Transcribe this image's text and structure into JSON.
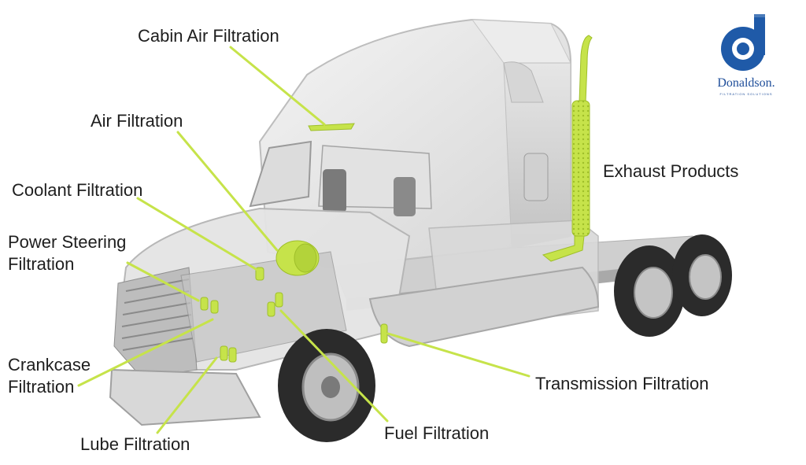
{
  "brand": {
    "name": "Donaldson.",
    "tagline": "FILTRATION SOLUTIONS",
    "color": "#1f5aa8"
  },
  "accent_color": "#c6e34a",
  "labels": {
    "cabin_air": "Cabin Air Filtration",
    "air": "Air Filtration",
    "coolant": "Coolant Filtration",
    "power_steering_1": "Power Steering",
    "power_steering_2": "Filtration",
    "crankcase_1": "Crankcase",
    "crankcase_2": "Filtration",
    "lube": "Lube Filtration",
    "fuel": "Fuel Filtration",
    "transmission": "Transmission Filtration",
    "exhaust": "Exhaust Products"
  }
}
